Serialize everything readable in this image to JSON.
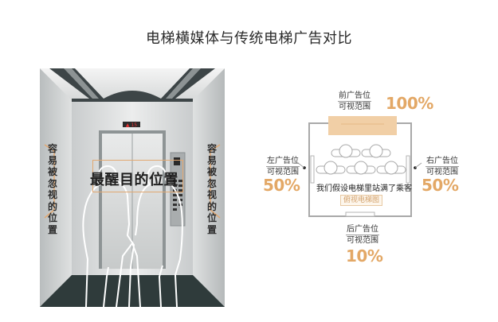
{
  "title": "电梯横媒体与传统电梯广告对比",
  "elevator_illustration": {
    "main_label": "最醒目的位置",
    "left_label": "容易被忽视的位置",
    "right_label": "容易被忽视的位置",
    "floor_display": "▲ 15"
  },
  "top_view_diagram": {
    "front": {
      "caption_line1": "前广告位",
      "caption_line2": "可视范围",
      "percent": "100%"
    },
    "left": {
      "caption_line1": "左广告位",
      "caption_line2": "可视范围",
      "percent": "50%"
    },
    "right": {
      "caption_line1": "右广告位",
      "caption_line2": "可视范围",
      "percent": "50%"
    },
    "back": {
      "caption_line1": "后广告位",
      "caption_line2": "可视范围",
      "percent": "10%"
    },
    "assumption_text": "我们假设电梯里站满了乘客",
    "view_tag": "俯视电梯图"
  },
  "colors": {
    "accent": "#e3a866",
    "ad_fill": "#f1cfa6",
    "outline": "#a9a9a9"
  }
}
